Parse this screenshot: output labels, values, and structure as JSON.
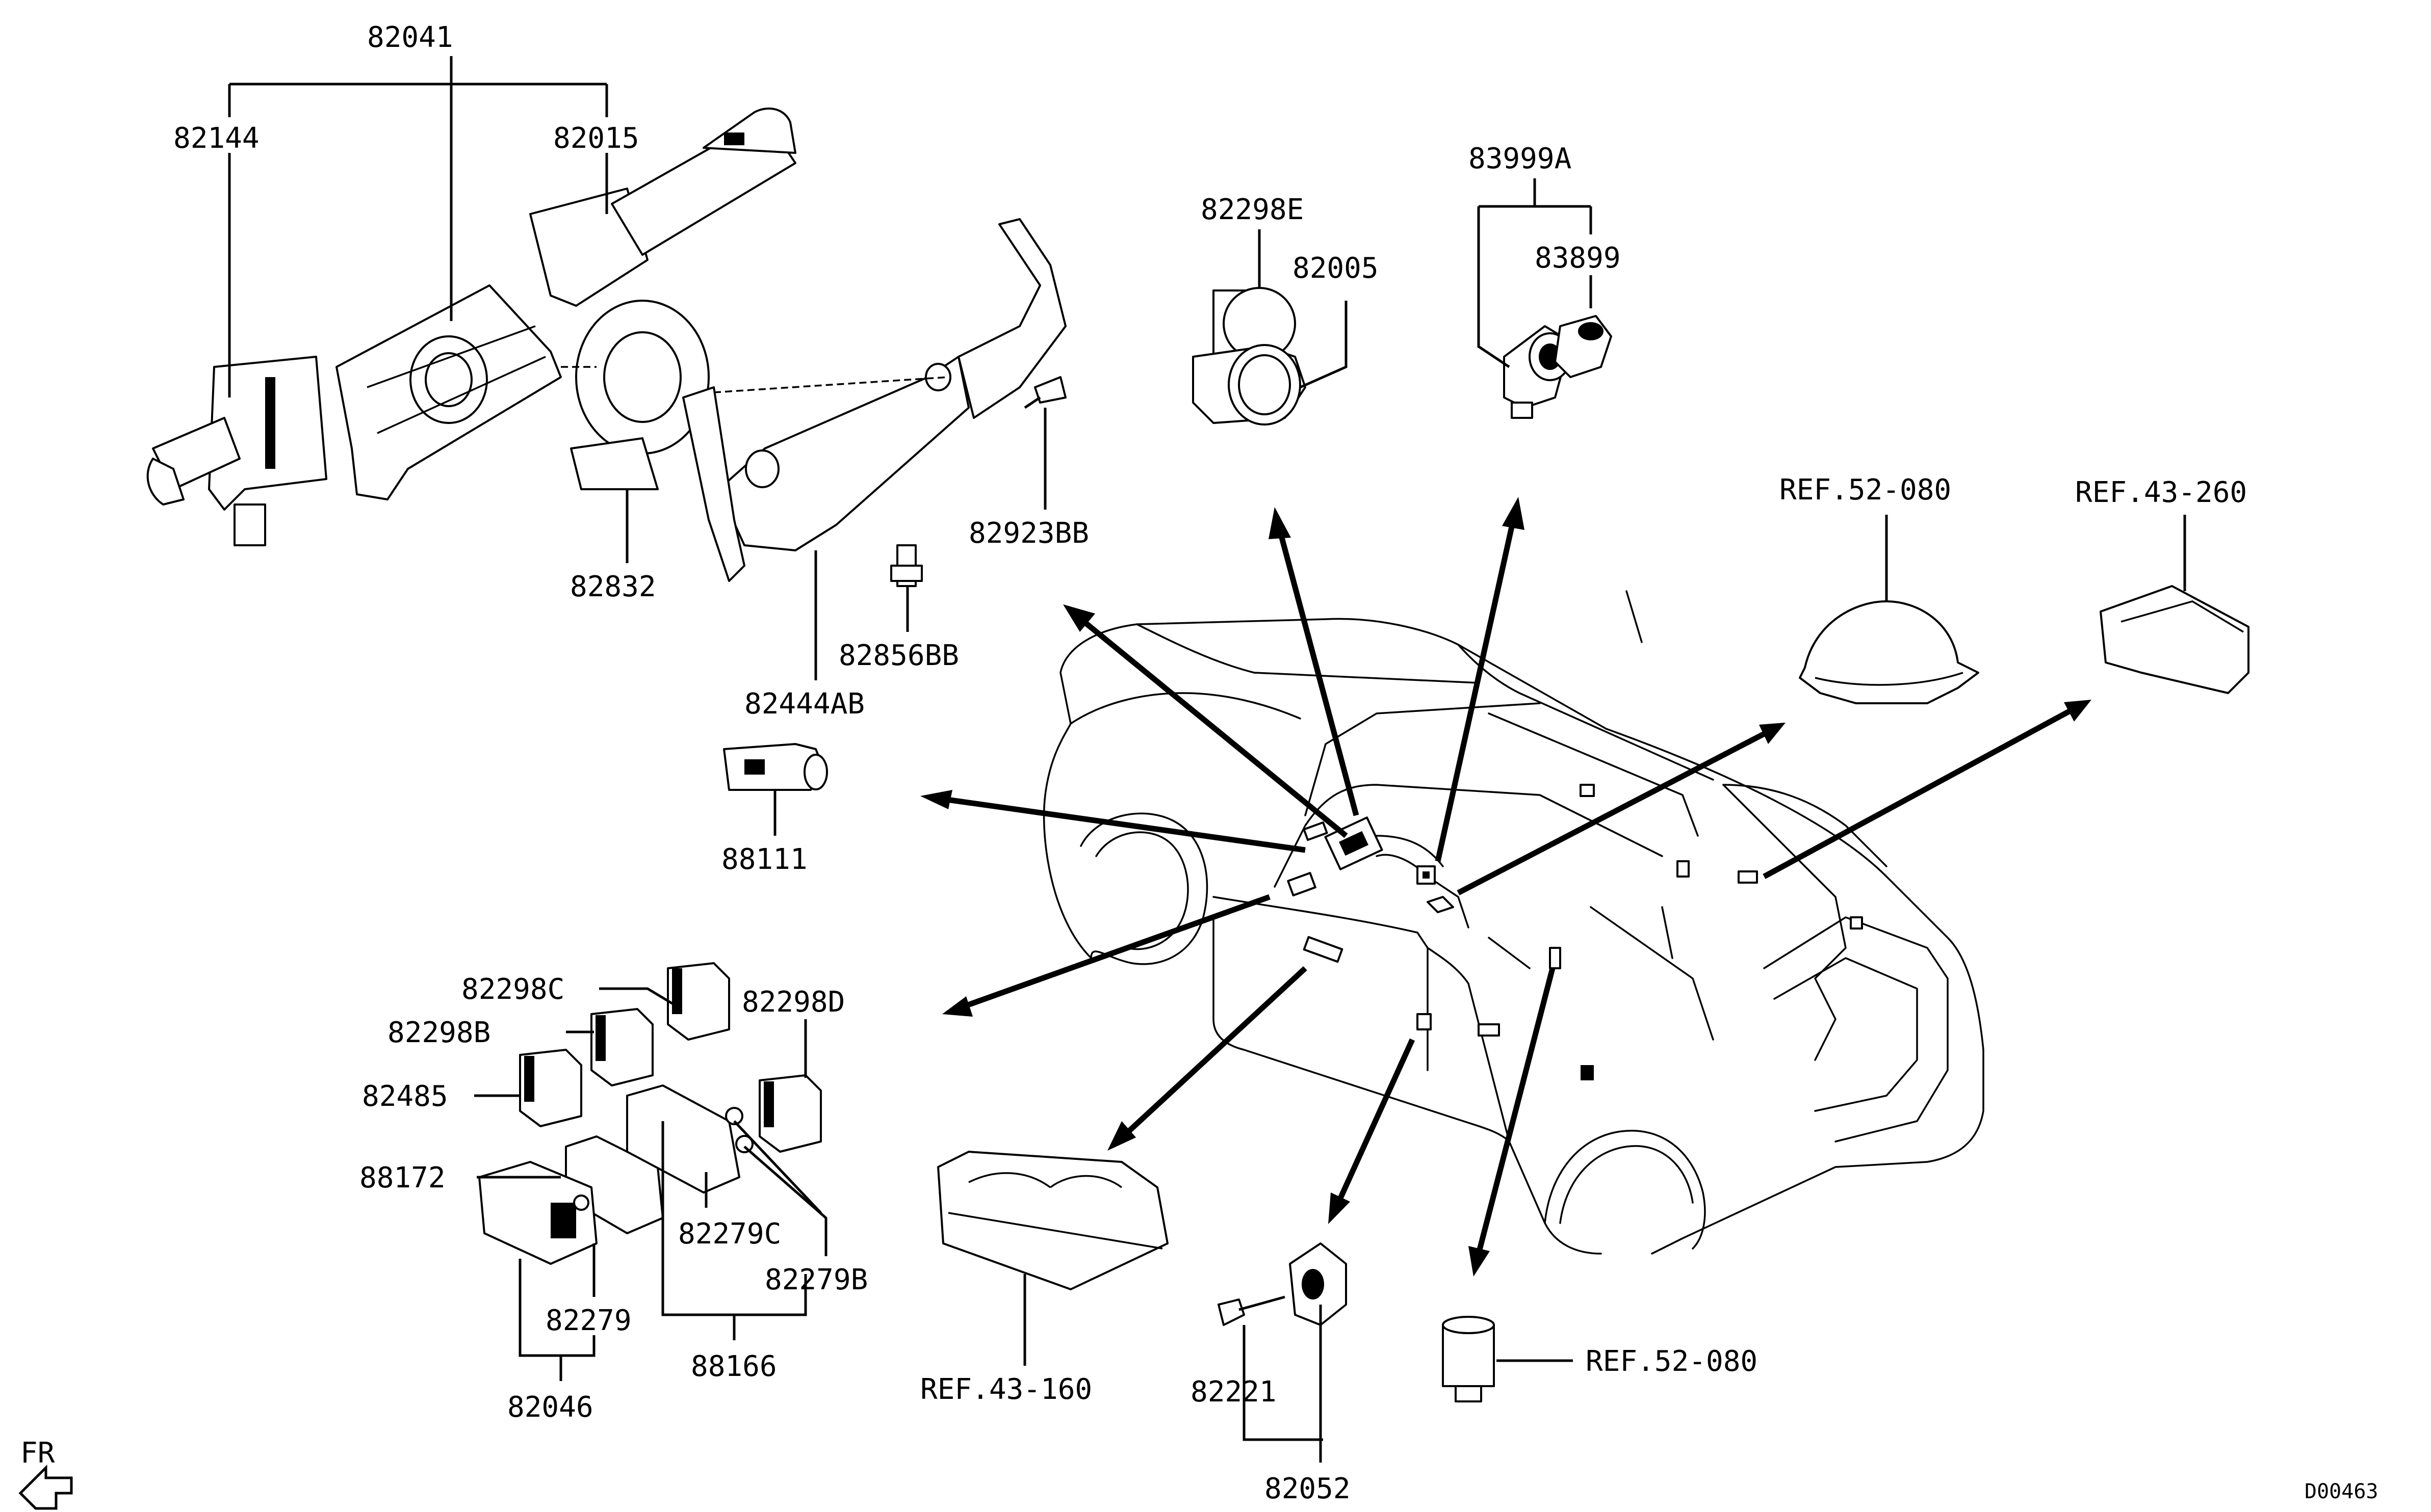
{
  "diagram": {
    "part_labels": {
      "p82041": "82041",
      "p82144": "82144",
      "p82015": "82015",
      "p82832": "82832",
      "p82923BB": "82923BB",
      "p82856BB": "82856BB",
      "p82444AB": "82444AB",
      "p88111": "88111",
      "p82298E": "82298E",
      "p82005": "82005",
      "p83999A": "83999A",
      "p83899": "83899",
      "p82298C": "82298C",
      "p82298B": "82298B",
      "p82298D": "82298D",
      "p82485": "82485",
      "p88172": "88172",
      "p82279C": "82279C",
      "p82279B": "82279B",
      "p82279": "82279",
      "p88166": "88166",
      "p82046": "82046",
      "p82221": "82221",
      "p82052": "82052"
    },
    "references": {
      "ref_52_080_top": "REF.52-080",
      "ref_43_260": "REF.43-260",
      "ref_43_160": "REF.43-160",
      "ref_52_080_bottom": "REF.52-080"
    },
    "orientation_label": "FR",
    "drawing_code": "D00463"
  }
}
